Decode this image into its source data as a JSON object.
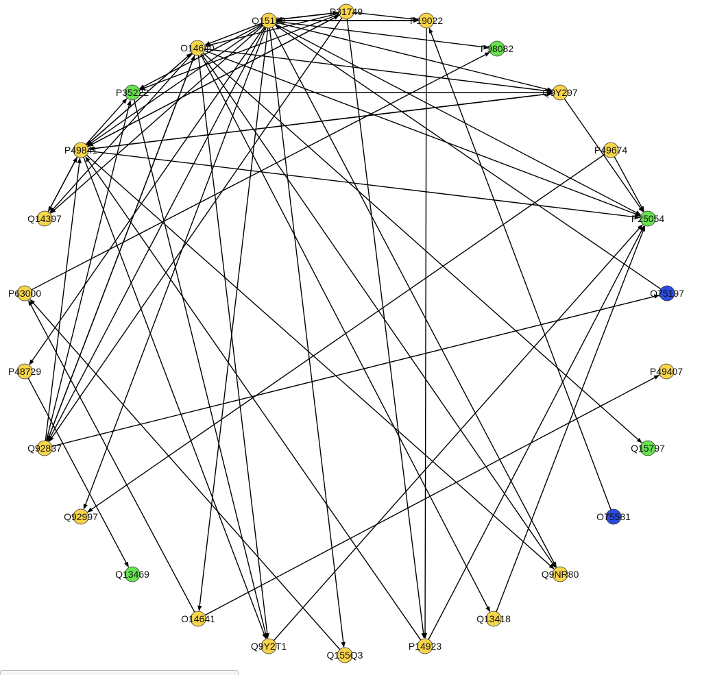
{
  "colors": {
    "yellow": "#f7d54a",
    "green": "#66e34f",
    "blue": "#2b4be0",
    "edge": "#000000"
  },
  "nodes": [
    {
      "id": "Q15139",
      "label": "Q15139",
      "color": "yellow"
    },
    {
      "id": "P31749",
      "label": "P31749",
      "color": "yellow"
    },
    {
      "id": "P19022",
      "label": "P19022",
      "color": "yellow"
    },
    {
      "id": "P98082",
      "label": "P98082",
      "color": "green"
    },
    {
      "id": "Q9Y297",
      "label": "Q9Y297",
      "color": "yellow"
    },
    {
      "id": "P49674",
      "label": "P49674",
      "color": "yellow"
    },
    {
      "id": "P25054",
      "label": "P25054",
      "color": "green"
    },
    {
      "id": "O75197",
      "label": "O75197",
      "color": "blue"
    },
    {
      "id": "P49407",
      "label": "P49407",
      "color": "yellow"
    },
    {
      "id": "Q15797",
      "label": "Q15797",
      "color": "green"
    },
    {
      "id": "O75581",
      "label": "O75581",
      "color": "blue"
    },
    {
      "id": "Q9NR80",
      "label": "Q9NR80",
      "color": "yellow"
    },
    {
      "id": "Q13418",
      "label": "Q13418",
      "color": "yellow"
    },
    {
      "id": "P14923",
      "label": "P14923",
      "color": "yellow"
    },
    {
      "id": "Q155Q3",
      "label": "Q155Q3",
      "color": "yellow"
    },
    {
      "id": "Q9Y2T1",
      "label": "Q9Y2T1",
      "color": "yellow"
    },
    {
      "id": "O14641",
      "label": "O14641",
      "color": "yellow"
    },
    {
      "id": "Q13469",
      "label": "Q13469",
      "color": "green"
    },
    {
      "id": "Q92997",
      "label": "Q92997",
      "color": "yellow"
    },
    {
      "id": "Q92837",
      "label": "Q92837",
      "color": "yellow"
    },
    {
      "id": "P48729",
      "label": "P48729",
      "color": "yellow"
    },
    {
      "id": "P63000",
      "label": "P63000",
      "color": "yellow"
    },
    {
      "id": "Q14397",
      "label": "Q14397",
      "color": "yellow"
    },
    {
      "id": "P49841",
      "label": "P49841",
      "color": "yellow"
    },
    {
      "id": "P35222",
      "label": "P35222",
      "color": "green"
    },
    {
      "id": "O14640",
      "label": "O14640",
      "color": "yellow"
    }
  ],
  "edges": [
    [
      "P31749",
      "Q15139"
    ],
    [
      "Q15139",
      "P31749"
    ],
    [
      "Q15139",
      "P19022"
    ],
    [
      "P19022",
      "Q15139"
    ],
    [
      "Q15139",
      "P98082"
    ],
    [
      "Q15139",
      "Q9Y297"
    ],
    [
      "Q15139",
      "P25054"
    ],
    [
      "Q15139",
      "Q9NR80"
    ],
    [
      "Q15139",
      "Q155Q3"
    ],
    [
      "Q15139",
      "O14641"
    ],
    [
      "Q15139",
      "P49841"
    ],
    [
      "Q15139",
      "Q14397"
    ],
    [
      "Q15139",
      "Q92837"
    ],
    [
      "Q15139",
      "Q92997"
    ],
    [
      "Q15139",
      "O14640"
    ],
    [
      "Q15139",
      "P35222"
    ],
    [
      "P31749",
      "O14640"
    ],
    [
      "P31749",
      "P49841"
    ],
    [
      "P31749",
      "P35222"
    ],
    [
      "P31749",
      "Q92837"
    ],
    [
      "P31749",
      "P19022"
    ],
    [
      "P31749",
      "P14923"
    ],
    [
      "P19022",
      "P14923"
    ],
    [
      "O75581",
      "P19022"
    ],
    [
      "O75197",
      "Q15139"
    ],
    [
      "O14640",
      "Q9NR80"
    ],
    [
      "O14640",
      "Q13418"
    ],
    [
      "O14640",
      "P25054"
    ],
    [
      "O14640",
      "Q92837"
    ],
    [
      "O14640",
      "Q14397"
    ],
    [
      "O14640",
      "P49841"
    ],
    [
      "O14640",
      "Q9Y297"
    ],
    [
      "P35222",
      "Q9Y297"
    ],
    [
      "P35222",
      "Q9Y2T1"
    ],
    [
      "P49841",
      "Q9Y297"
    ],
    [
      "P49841",
      "P25054"
    ],
    [
      "P49841",
      "Q9NR80"
    ],
    [
      "P49841",
      "Q14397"
    ],
    [
      "P49841",
      "Q9Y2T1"
    ],
    [
      "P49841",
      "P35222"
    ],
    [
      "P49841",
      "O14640"
    ],
    [
      "P49841",
      "P31749"
    ],
    [
      "Q14397",
      "P49841"
    ],
    [
      "Q9Y297",
      "P49841"
    ],
    [
      "Q9Y297",
      "P25054"
    ],
    [
      "P49674",
      "P25054"
    ],
    [
      "P49674",
      "Q92997"
    ],
    [
      "Q92837",
      "P49841"
    ],
    [
      "Q92837",
      "P35222"
    ],
    [
      "Q92837",
      "O75197"
    ],
    [
      "Q92837",
      "O14640"
    ],
    [
      "P63000",
      "P98082"
    ],
    [
      "P48729",
      "Q13469"
    ],
    [
      "Q9Y2T1",
      "P25054"
    ],
    [
      "O14641",
      "P49407"
    ],
    [
      "O14641",
      "P63000"
    ],
    [
      "Q155Q3",
      "P63000"
    ],
    [
      "P14923",
      "P25054"
    ],
    [
      "P14923",
      "P49841"
    ],
    [
      "Q13418",
      "P25054"
    ],
    [
      "O14640",
      "Q15797"
    ],
    [
      "O14640",
      "Q9Y2T1"
    ],
    [
      "Q15139",
      "P48729"
    ]
  ]
}
